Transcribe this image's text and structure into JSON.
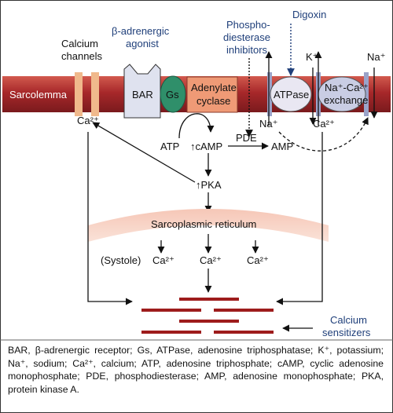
{
  "labels": {
    "calcium_channels_1": "Calcium",
    "calcium_channels_2": "channels",
    "beta_agonist_1": "β-adrenergic",
    "beta_agonist_2": "agonist",
    "pde_inhib_1": "Phospho-",
    "pde_inhib_2": "diesterase",
    "pde_inhib_3": "inhibitors",
    "digoxin": "Digoxin",
    "sarcolemma": "Sarcolemma",
    "bar": "BAR",
    "gs": "Gs",
    "adenylate_1": "Adenylate",
    "adenylate_2": "cyclase",
    "atpase": "ATPase",
    "exchange_1": "Na⁺-Ca²⁺",
    "exchange_2": "exchange",
    "k_ion": "K⁺",
    "na_ion_top": "Na⁺",
    "ca_left": "Ca²⁺",
    "na_ion_inner": "Na⁺",
    "ca_inner": "Ca²⁺",
    "atp": "ATP",
    "camp": "↑cAMP",
    "pde": "PDE",
    "amp": "AMP",
    "pka": "↑PKA",
    "sr": "Sarcoplasmic reticulum",
    "systole": "(Systole)",
    "ca_sr_1": "Ca²⁺",
    "ca_sr_2": "Ca²⁺",
    "ca_sr_3": "Ca²⁺",
    "calcium_sens_1": "Calcium",
    "calcium_sens_2": "sensitizers"
  },
  "caption": "BAR, β-adrenergic receptor; Gs, ATPase, adenosine triphosphatase; K⁺, potassium; Na⁺, sodium; Ca²⁺, calcium; ATP, adenosine triphosphate; cAMP, cyclic adenosine monophosphate; PDE, phosphodiesterase; AMP, adenosine monophosphate; PKA, protein kinase A.",
  "colors": {
    "membrane": "#a7282a",
    "channel": "#f0b98c",
    "receptor": "#dfe2ef",
    "gs": "#2f8f6a",
    "adenylate": "#ef9a76",
    "atpase": "#e9e7f2",
    "exchange": "#c9cde4",
    "sr": "#f7d3c6",
    "myofilament": "#9e1c1c",
    "text_blue": "#1f3f7a"
  }
}
